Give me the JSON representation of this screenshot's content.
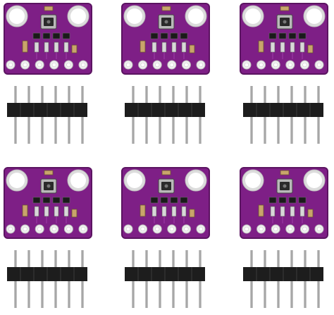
{
  "image": {
    "subject": "bmp280-sensor-module-kit",
    "module_count": 6,
    "pins_per_header": 6,
    "colors": {
      "pcb": "#7e1f86",
      "pcb_edge": "#5b1461",
      "pad": "#f0f0f0",
      "header_plastic": "#1d1d1d",
      "pin_metal": "#8a8a8a",
      "background": "#ffffff"
    }
  }
}
